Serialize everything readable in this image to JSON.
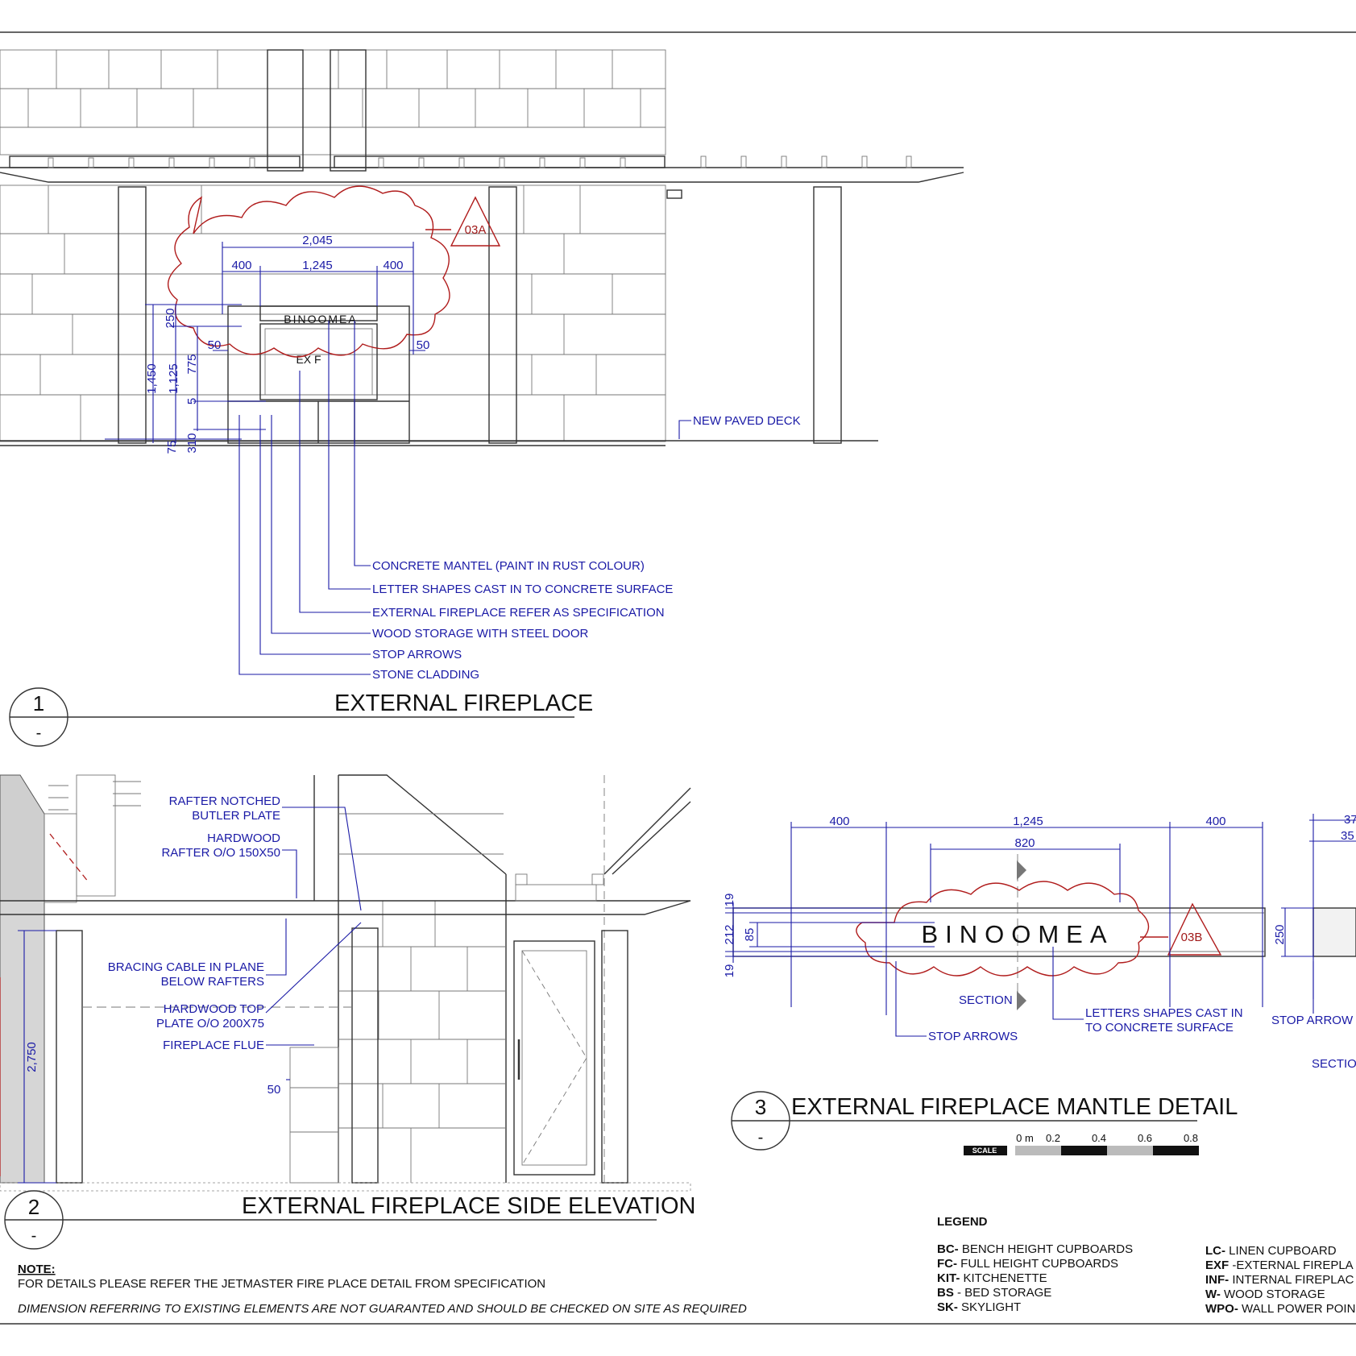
{
  "colors": {
    "annotation": "#1a1aa6",
    "revision_cloud": "#b01c1c",
    "linework": "#333333"
  },
  "view1": {
    "number": "1",
    "sheet": "-",
    "title": "EXTERNAL FIREPLACE",
    "revision_tag": "03A",
    "brand_text": "BINOOMEA",
    "element_tag": "EX F",
    "dims": {
      "overall_w": "2,045",
      "side_l": "400",
      "center": "1,245",
      "side_r": "400",
      "gap_l": "50",
      "gap_r": "50",
      "h_1450": "1,450",
      "h_1125": "1,125",
      "h_250": "250",
      "h_775": "775",
      "h_5": "5",
      "h_75": "75",
      "h_310": "310"
    },
    "deck_label": "NEW PAVED DECK",
    "callouts": [
      "CONCRETE MANTEL (PAINT IN RUST COLOUR)",
      "LETTER SHAPES CAST IN TO CONCRETE SURFACE",
      "EXTERNAL FIREPLACE REFER AS SPECIFICATION",
      "WOOD STORAGE WITH STEEL DOOR",
      "STOP ARROWS",
      "STONE CLADDING"
    ]
  },
  "view2": {
    "number": "2",
    "sheet": "-",
    "title": "EXTERNAL FIREPLACE SIDE ELEVATION",
    "labels": {
      "rafter_notched_1": "RAFTER NOTCHED",
      "rafter_notched_2": "BUTLER PLATE",
      "hardwood_rafter_1": "HARDWOOD",
      "hardwood_rafter_2": "RAFTER O/O 150X50",
      "bracing_1": "BRACING CABLE IN PLANE",
      "bracing_2": "BELOW RAFTERS",
      "top_plate_1": "HARDWOOD TOP",
      "top_plate_2": "PLATE O/O 200X75",
      "flue": "FIREPLACE FLUE"
    },
    "dims": {
      "height": "2,750",
      "gap": "50"
    }
  },
  "view3": {
    "number": "3",
    "sheet": "-",
    "title": "EXTERNAL FIREPLACE MANTLE DETAIL",
    "revision_tag": "03B",
    "brand_text": "BINOOMEA",
    "dims": {
      "side_l": "400",
      "center": "1,245",
      "side_r": "400",
      "letters": "820",
      "h_19a": "19",
      "h_212": "212",
      "h_85": "85",
      "h_19b": "19",
      "sec_37": "37",
      "sec_35": "35",
      "sec_250": "250"
    },
    "labels": {
      "section": "SECTION",
      "stop_arrows": "STOP ARROWS",
      "letters_1": "LETTERS SHAPES CAST IN",
      "letters_2": "TO CONCRETE SURFACE",
      "stop_arrow_r": "STOP ARROW",
      "section_r": "SECTIO"
    },
    "scale": {
      "label": "SCALE",
      "ticks": [
        "0 m",
        "0.2",
        "0.4",
        "0.6",
        "0.8"
      ]
    }
  },
  "notes": {
    "heading": "NOTE:",
    "line1": "FOR DETAILS PLEASE REFER THE JETMASTER FIRE PLACE DETAIL FROM SPECIFICATION",
    "line2": "DIMENSION REFERRING TO EXISTING ELEMENTS ARE NOT GUARANTED AND SHOULD BE CHECKED ON SITE AS REQUIRED"
  },
  "legend": {
    "title": "LEGEND",
    "col1": [
      {
        "code": "BC-",
        "text": " BENCH HEIGHT CUPBOARDS"
      },
      {
        "code": "FC-",
        "text": " FULL HEIGHT CUPBOARDS"
      },
      {
        "code": "KIT-",
        "text": " KITCHENETTE"
      },
      {
        "code": "BS",
        "text": " - BED STORAGE"
      },
      {
        "code": "SK-",
        "text": " SKYLIGHT"
      }
    ],
    "col2": [
      {
        "code": "LC-",
        "text": " LINEN CUPBOARD"
      },
      {
        "code": "EXF",
        "text": " -EXTERNAL FIREPLA"
      },
      {
        "code": "INF-",
        "text": " INTERNAL FIREPLAC"
      },
      {
        "code": "W-",
        "text": " WOOD STORAGE"
      },
      {
        "code": "WPO-",
        "text": " WALL POWER POIN"
      }
    ]
  }
}
